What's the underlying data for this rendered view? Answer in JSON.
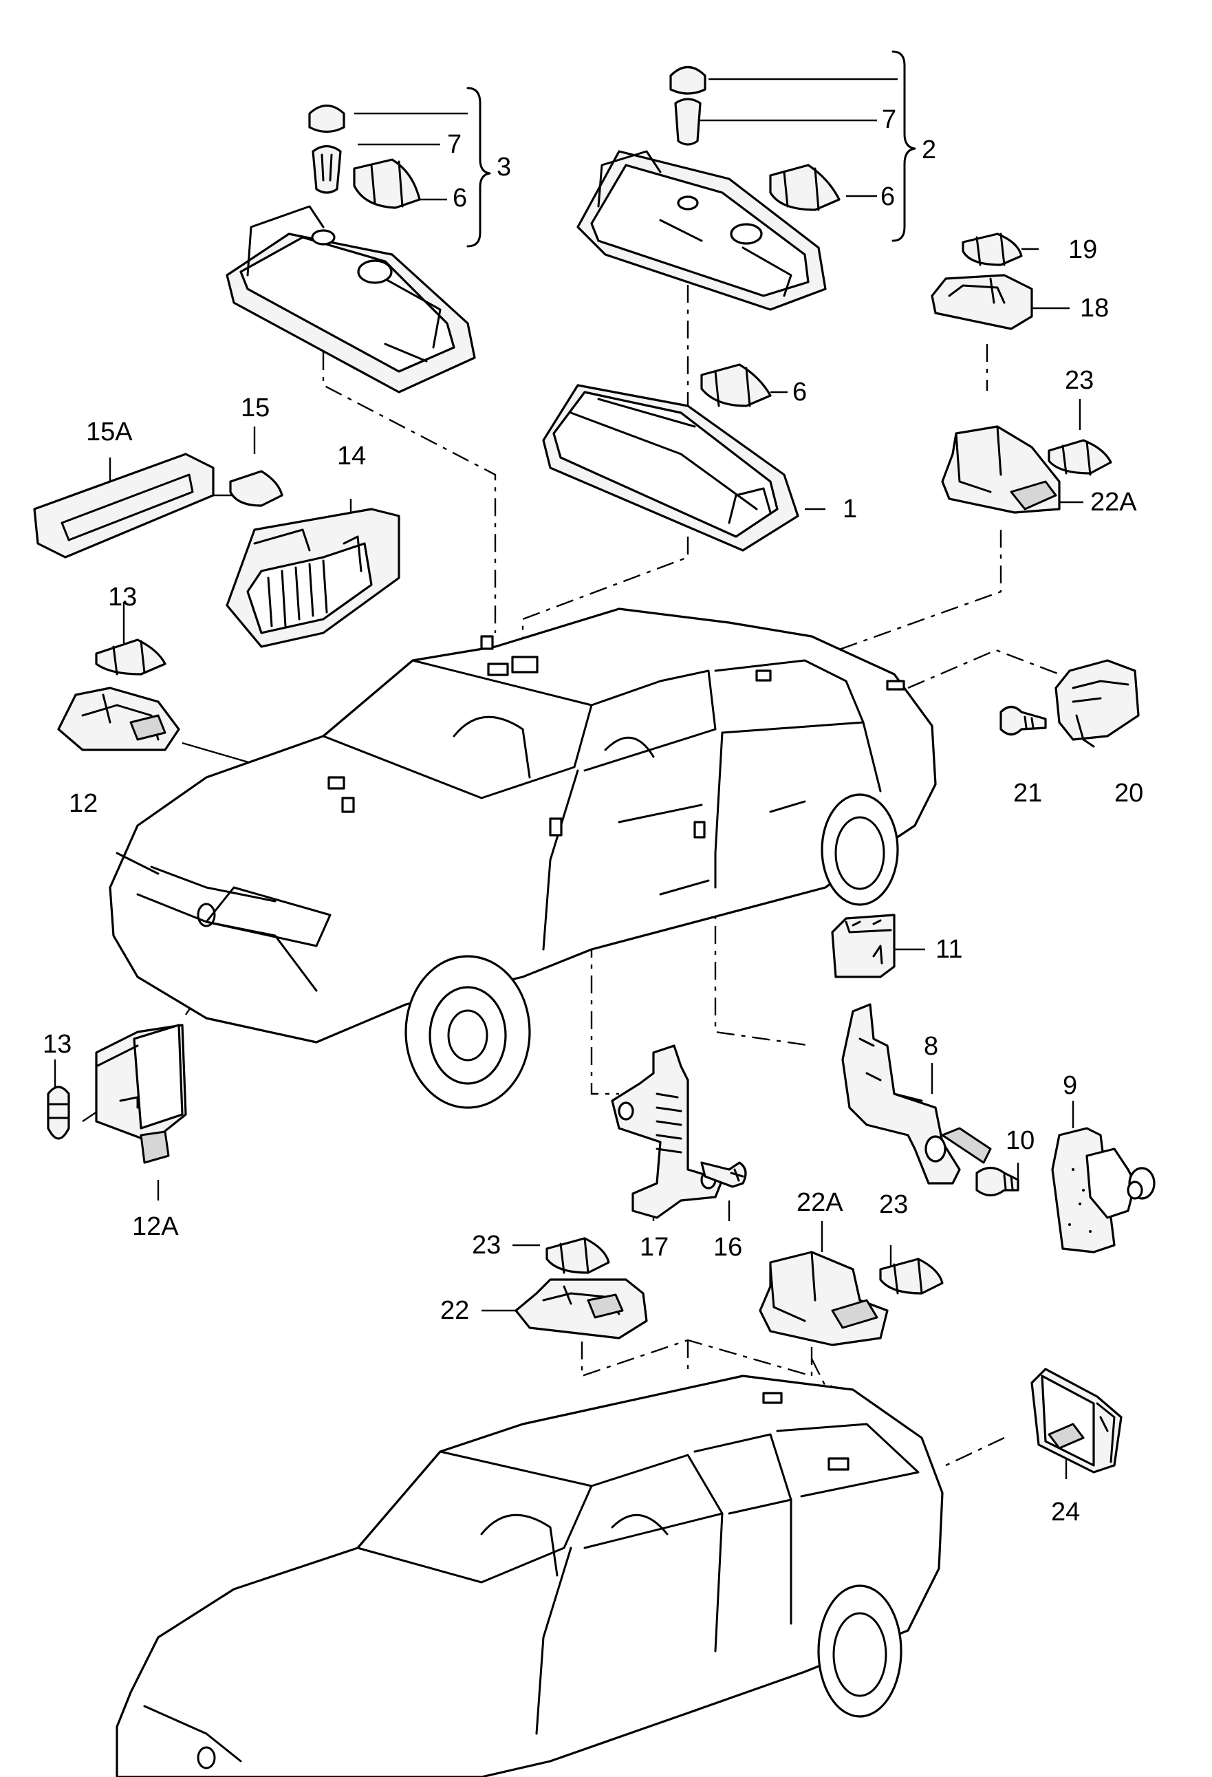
{
  "diagram": {
    "callouts": {
      "c1": "1",
      "c2": "2",
      "c3": "3",
      "c6a": "6",
      "c6b": "6",
      "c6c": "6",
      "c7a": "7",
      "c7b": "7",
      "c8": "8",
      "c9": "9",
      "c10": "10",
      "c11": "11",
      "c12": "12",
      "c12a": "12A",
      "c13a": "13",
      "c13b": "13",
      "c14": "14",
      "c15": "15",
      "c15a": "15A",
      "c16": "16",
      "c17": "17",
      "c18": "18",
      "c19": "19",
      "c20": "20",
      "c21": "21",
      "c22": "22",
      "c22a_top": "22A",
      "c22a_bottom": "22A",
      "c23a": "23",
      "c23b": "23",
      "c23c": "23",
      "c24": "24"
    }
  }
}
